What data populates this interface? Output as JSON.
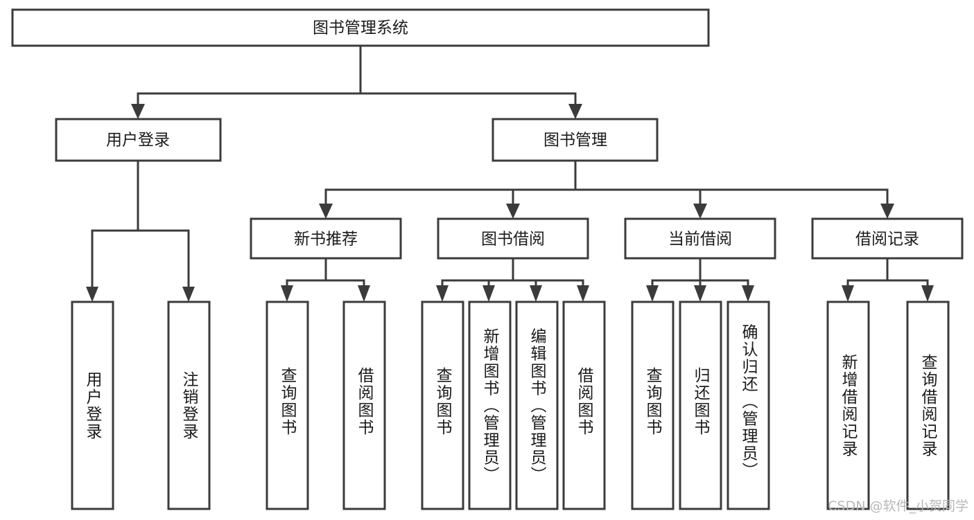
{
  "diagram": {
    "title": "图书管理系统",
    "type": "tree-hierarchy",
    "root": {
      "id": "root",
      "label": "图书管理系统",
      "orientation": "horizontal"
    },
    "level2": [
      {
        "id": "user-login",
        "label": "用户登录",
        "orientation": "horizontal"
      },
      {
        "id": "book-management",
        "label": "图书管理",
        "orientation": "horizontal"
      }
    ],
    "level3": [
      {
        "id": "new-book-recommend",
        "label": "新书推荐",
        "orientation": "horizontal",
        "parent": "book-management"
      },
      {
        "id": "book-borrow",
        "label": "图书借阅",
        "orientation": "horizontal",
        "parent": "book-management"
      },
      {
        "id": "current-borrow",
        "label": "当前借阅",
        "orientation": "horizontal",
        "parent": "book-management"
      },
      {
        "id": "borrow-record",
        "label": "借阅记录",
        "orientation": "horizontal",
        "parent": "book-management"
      }
    ],
    "leaves": [
      {
        "id": "leaf-user-login",
        "label": "用户登录",
        "orientation": "vertical",
        "parent": "user-login"
      },
      {
        "id": "leaf-logout-login",
        "label": "注销登录",
        "orientation": "vertical",
        "parent": "user-login"
      },
      {
        "id": "leaf-query-book-1",
        "label": "查询图书",
        "orientation": "vertical",
        "parent": "new-book-recommend"
      },
      {
        "id": "leaf-borrow-book-1",
        "label": "借阅图书",
        "orientation": "vertical",
        "parent": "new-book-recommend"
      },
      {
        "id": "leaf-query-book-2",
        "label": "查询图书",
        "orientation": "vertical",
        "parent": "book-borrow"
      },
      {
        "id": "leaf-add-book-admin",
        "label": "新增图书（管理员）",
        "orientation": "vertical",
        "parent": "book-borrow"
      },
      {
        "id": "leaf-edit-book-admin",
        "label": "编辑图书（管理员）",
        "orientation": "vertical",
        "parent": "book-borrow"
      },
      {
        "id": "leaf-borrow-book-2",
        "label": "借阅图书",
        "orientation": "vertical",
        "parent": "book-borrow"
      },
      {
        "id": "leaf-query-book-3",
        "label": "查询图书",
        "orientation": "vertical",
        "parent": "current-borrow"
      },
      {
        "id": "leaf-return-book",
        "label": "归还图书",
        "orientation": "vertical",
        "parent": "current-borrow"
      },
      {
        "id": "leaf-confirm-return-admin",
        "label": "确认归还（管理员）",
        "orientation": "vertical",
        "parent": "current-borrow"
      },
      {
        "id": "leaf-add-borrow-record",
        "label": "新增借阅记录",
        "orientation": "vertical",
        "parent": "borrow-record"
      },
      {
        "id": "leaf-query-borrow-record",
        "label": "查询借阅记录",
        "orientation": "vertical",
        "parent": "borrow-record"
      }
    ],
    "colors": {
      "stroke": "#3b3b3b",
      "fill": "#ffffff",
      "text": "#1a1a1a",
      "watermark": "#b8b8b8"
    }
  },
  "watermark": {
    "text": "CSDN @软件_小贺同学"
  }
}
